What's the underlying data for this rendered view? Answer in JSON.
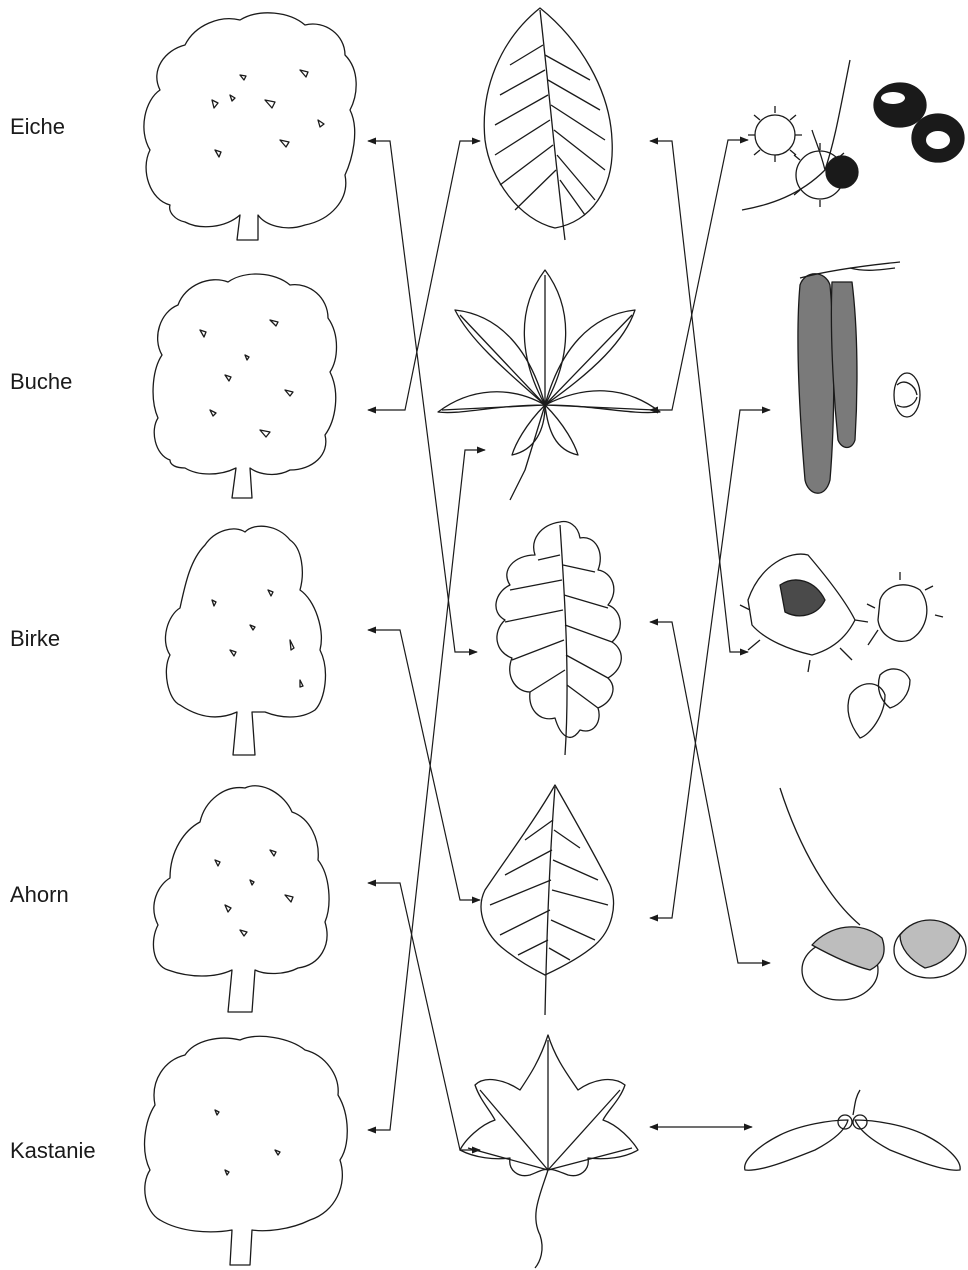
{
  "trees": [
    {
      "id": "eiche",
      "label": "Eiche"
    },
    {
      "id": "buche",
      "label": "Buche"
    },
    {
      "id": "birke",
      "label": "Birke"
    },
    {
      "id": "ahorn",
      "label": "Ahorn"
    },
    {
      "id": "kastanie",
      "label": "Kastanie"
    }
  ],
  "leaves": [
    {
      "id": "leaf-beech",
      "icon": "beech-leaf-icon"
    },
    {
      "id": "leaf-chestnut",
      "icon": "chestnut-leaf-icon"
    },
    {
      "id": "leaf-oak",
      "icon": "oak-leaf-icon"
    },
    {
      "id": "leaf-birch",
      "icon": "birch-leaf-icon"
    },
    {
      "id": "leaf-maple",
      "icon": "maple-leaf-icon"
    }
  ],
  "fruits": [
    {
      "id": "fruit-chestnut",
      "icon": "chestnut-fruit-icon"
    },
    {
      "id": "fruit-birch-catkin",
      "icon": "birch-catkin-icon"
    },
    {
      "id": "fruit-beechnut",
      "icon": "beechnut-icon"
    },
    {
      "id": "fruit-acorn",
      "icon": "acorn-icon"
    },
    {
      "id": "fruit-maple-seed",
      "icon": "maple-seed-icon"
    }
  ],
  "colors": {
    "line": "#1a1a1a",
    "background": "#ffffff"
  }
}
